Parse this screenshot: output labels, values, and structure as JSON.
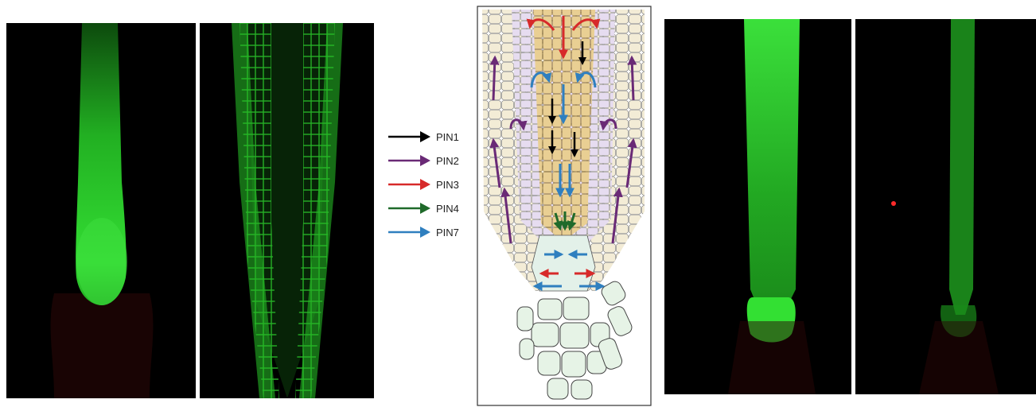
{
  "legend": {
    "items": [
      {
        "label": "PIN1",
        "color": "#000000"
      },
      {
        "label": "PIN2",
        "color": "#6a2a76"
      },
      {
        "label": "PIN3",
        "color": "#d72a2a"
      },
      {
        "label": "PIN4",
        "color": "#1f6a2a"
      },
      {
        "label": "PIN7",
        "color": "#2f7fbf"
      }
    ]
  },
  "panels": [
    {
      "id": "confocal-1",
      "signal": "green"
    },
    {
      "id": "confocal-2",
      "signal": "green"
    },
    {
      "id": "confocal-3",
      "signal": "green"
    },
    {
      "id": "confocal-4",
      "signal": "green"
    }
  ]
}
